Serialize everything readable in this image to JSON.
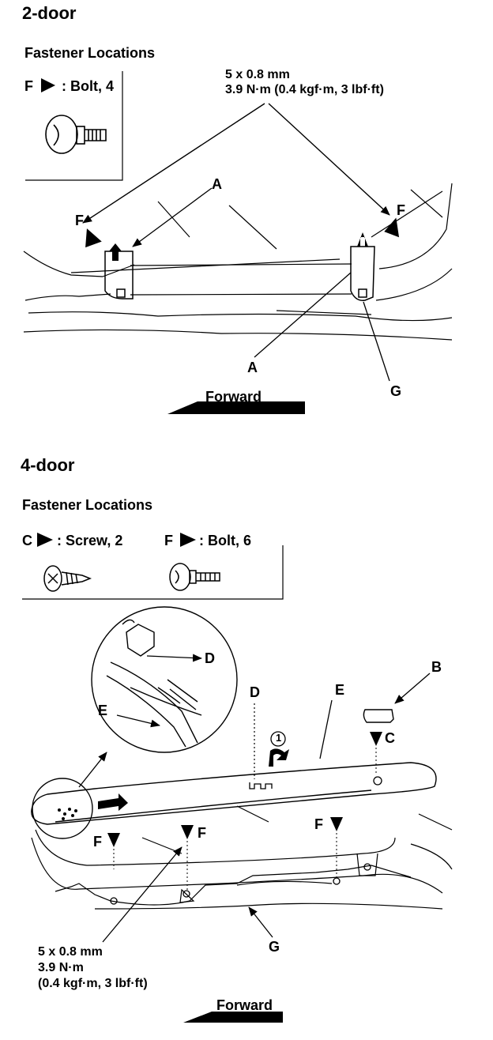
{
  "two_door": {
    "title": "2-door",
    "fastener_heading": "Fastener Locations",
    "fastener_f": {
      "letter": "F",
      "text": ": Bolt, 4"
    },
    "torque_line1": "5 x 0.8 mm",
    "torque_line2": "3.9 N·m (0.4 kgf·m, 3 lbf·ft)",
    "callouts": {
      "a_top": "A",
      "a_bottom": "A",
      "f_left": "F",
      "f_right": "F",
      "g": "G"
    },
    "forward": "Forward"
  },
  "four_door": {
    "title": "4-door",
    "fastener_heading": "Fastener Locations",
    "fastener_c": {
      "letter": "C",
      "text": ": Screw, 2"
    },
    "fastener_f": {
      "letter": "F",
      "text": ": Bolt, 6"
    },
    "callouts": {
      "b": "B",
      "c": "C",
      "d_detail": "D",
      "d_main": "D",
      "e_detail": "E",
      "e_main": "E",
      "f1": "F",
      "f2": "F",
      "f3": "F",
      "g": "G",
      "step": "1"
    },
    "torque_line1": "5 x 0.8 mm",
    "torque_line2": "3.9 N·m",
    "torque_line3": "(0.4 kgf·m, 3 lbf·ft)",
    "forward": "Forward"
  }
}
